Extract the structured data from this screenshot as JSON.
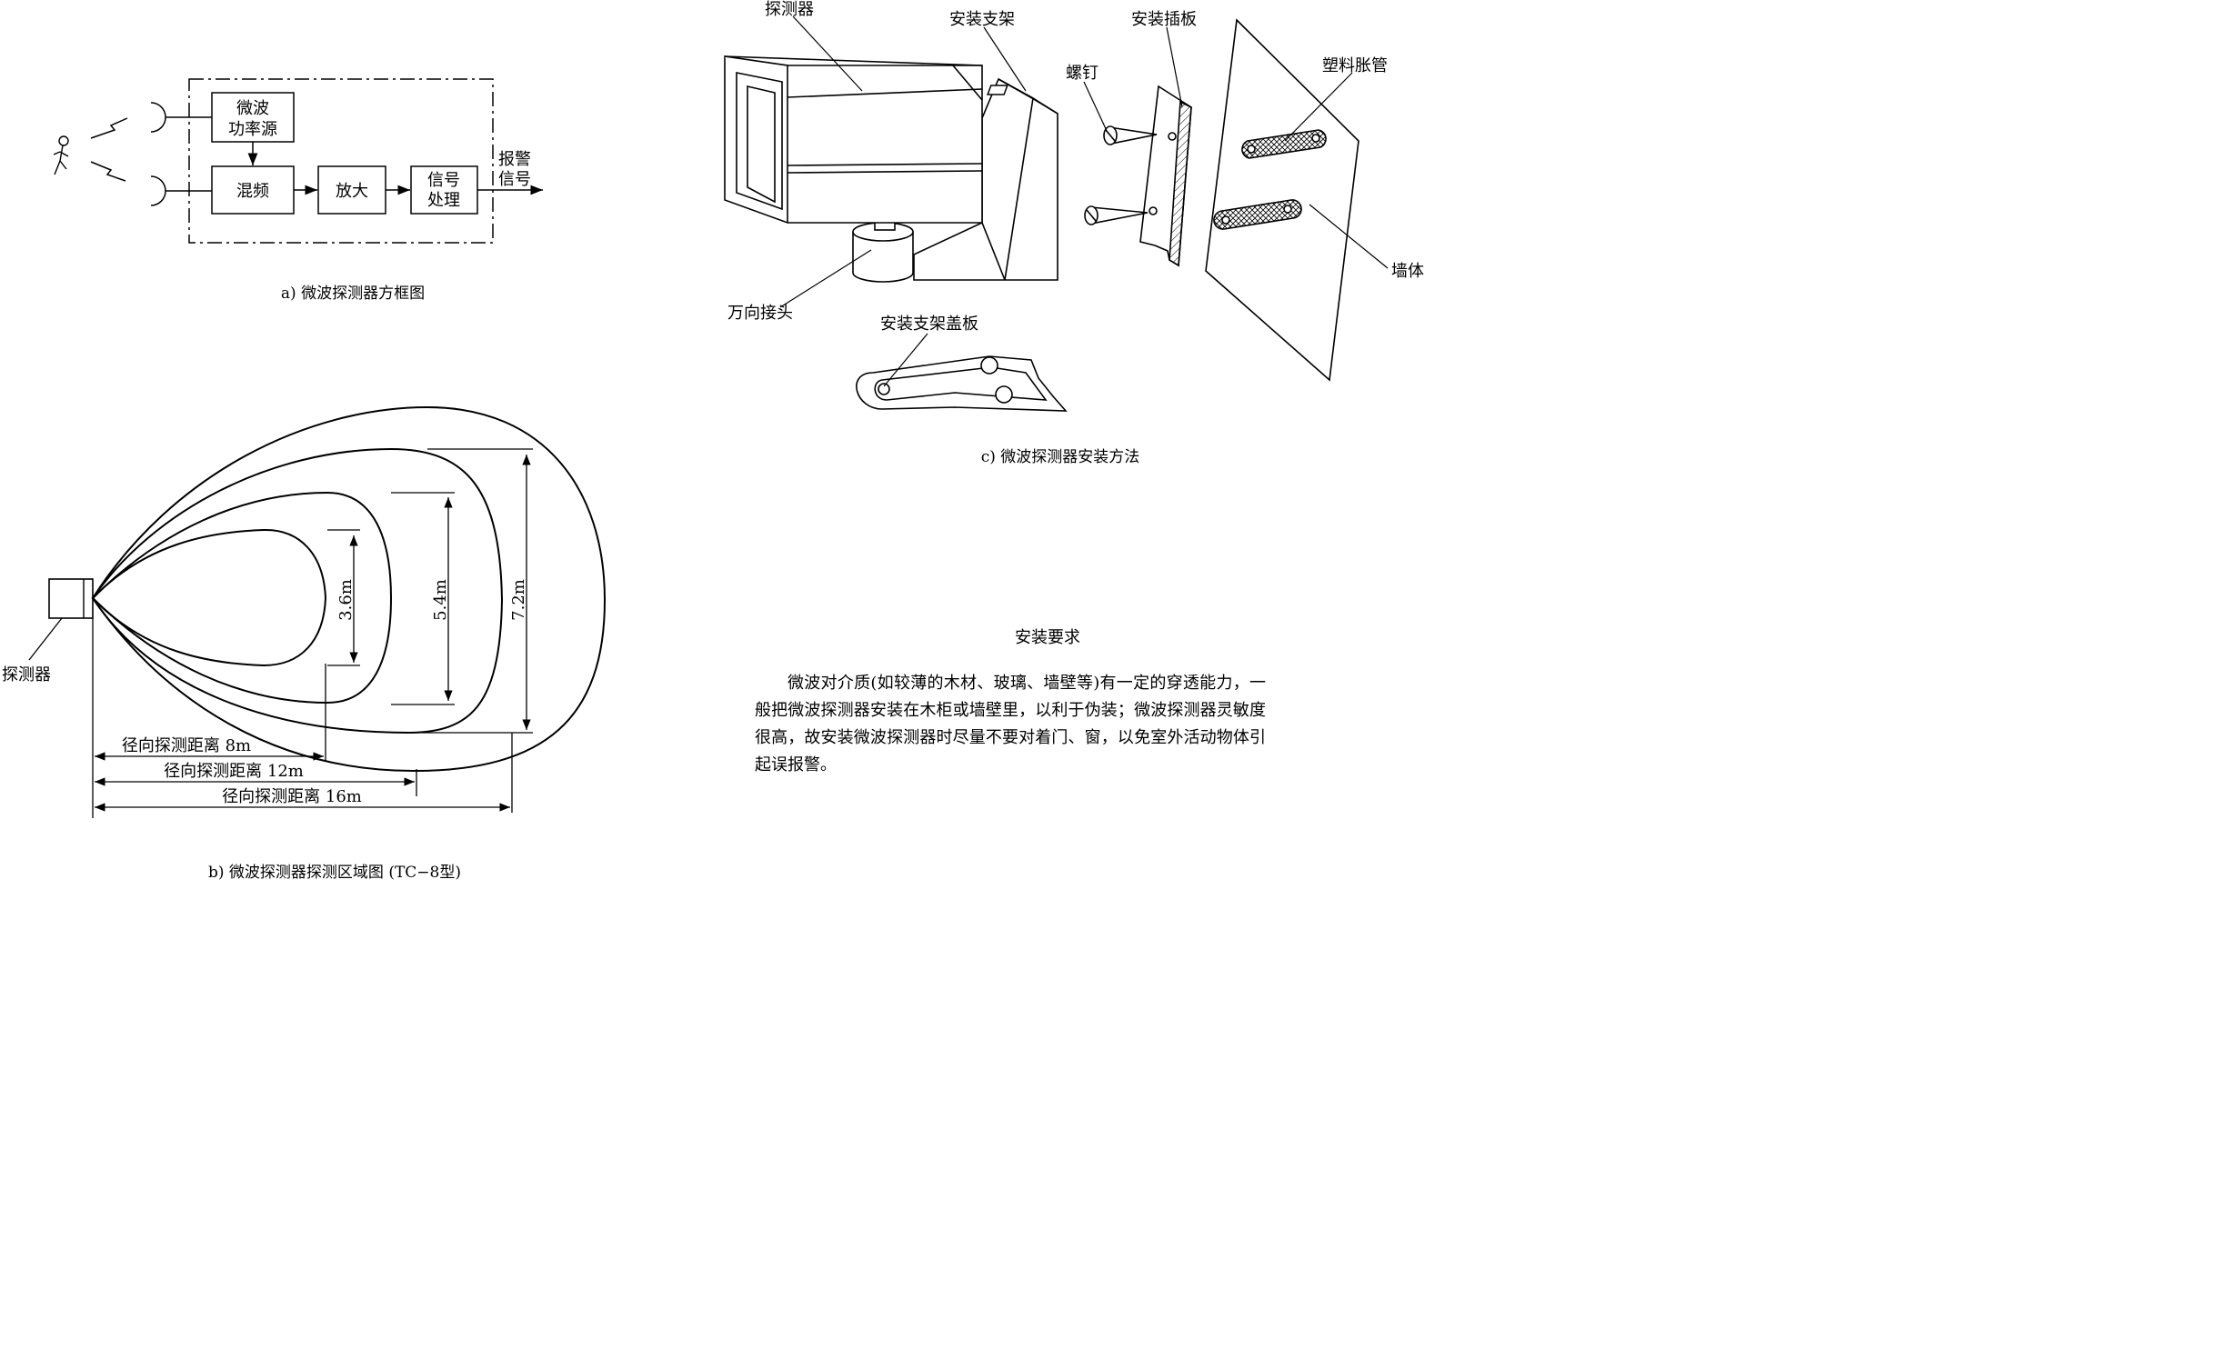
{
  "diagram_a": {
    "caption": "a) 微波探测器方框图",
    "boxes": {
      "power": "微波\n功率源",
      "mixer": "混频",
      "amp": "放大",
      "signal": "信号\n处理"
    },
    "output_label": "报警\n信号"
  },
  "diagram_b": {
    "caption": "b) 微波探测器探测区域图 (TC−8型)",
    "detector_label": "探测器",
    "zones": [
      {
        "radial_label": "径向探测距离 8m",
        "width_label": "3.6m",
        "radial_m": 8,
        "width_m": 3.6
      },
      {
        "radial_label": "径向探测距离 12m",
        "width_label": "5.4m",
        "radial_m": 12,
        "width_m": 5.4
      },
      {
        "radial_label": "径向探测距离 16m",
        "width_label": "7.2m",
        "radial_m": 16,
        "width_m": 7.2
      }
    ]
  },
  "diagram_c": {
    "caption": "c) 微波探测器安装方法",
    "labels": {
      "detector": "探测器",
      "bracket": "安装支架",
      "plate": "安装插板",
      "screw": "螺钉",
      "anchor": "塑料胀管",
      "wall": "墙体",
      "joint": "万向接头",
      "cover": "安装支架盖板"
    }
  },
  "requirements": {
    "title": "安装要求",
    "text": "微波对介质(如较薄的木材、玻璃、墙壁等)有一定的穿透能力，一般把微波探测器安装在木柜或墙壁里，以利于伪装；微波探测器灵敏度很高，故安装微波探测器时尽量不要对着门、窗，以免室外活动物体引起误报警。"
  }
}
